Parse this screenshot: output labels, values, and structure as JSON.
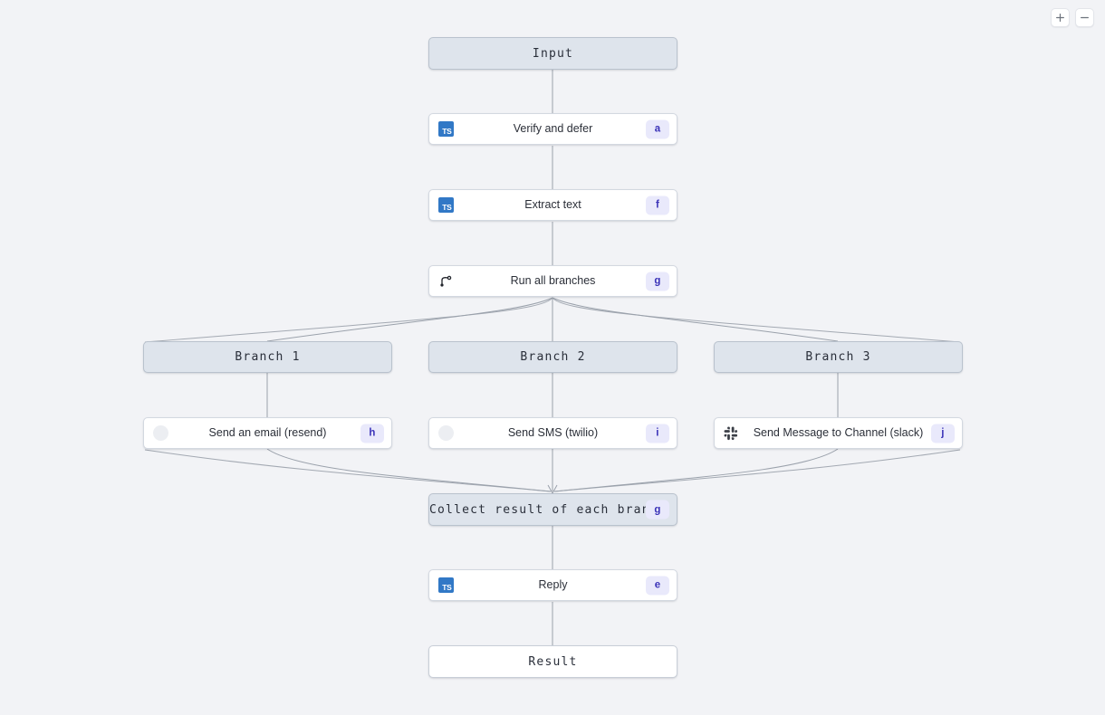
{
  "canvas": {
    "background_color": "#f2f3f6",
    "edge_color": "#9aa1ab"
  },
  "zoom_controls": {
    "zoom_in": {
      "name": "plus-icon",
      "label": "+"
    },
    "zoom_out": {
      "name": "minus-icon",
      "label": "−"
    }
  },
  "theme": {
    "struct_node_bg": "#dee4ec",
    "step_node_bg": "#ffffff",
    "badge_bg": "#e9e9fb",
    "badge_fg": "#3b33b8",
    "ts_icon_bg": "#3178c6",
    "slack_icon_color": "#3b3f47"
  },
  "nodes": {
    "input": {
      "label": "Input",
      "kind": "struct",
      "icon": null,
      "badge": null
    },
    "verify": {
      "label": "Verify and defer",
      "kind": "step",
      "icon": "typescript-icon",
      "badge": "a"
    },
    "extract": {
      "label": "Extract text",
      "kind": "step",
      "icon": "typescript-icon",
      "badge": "f"
    },
    "runall": {
      "label": "Run all branches",
      "kind": "step",
      "icon": "branch-icon",
      "badge": "g"
    },
    "branch1": {
      "label": "Branch 1",
      "kind": "struct",
      "icon": null,
      "badge": null
    },
    "branch2": {
      "label": "Branch 2",
      "kind": "struct",
      "icon": null,
      "badge": null
    },
    "branch3": {
      "label": "Branch 3",
      "kind": "struct",
      "icon": null,
      "badge": null
    },
    "email": {
      "label": "Send an email (resend)",
      "kind": "step",
      "icon": "circle-placeholder-icon",
      "badge": "h"
    },
    "sms": {
      "label": "Send SMS (twilio)",
      "kind": "step",
      "icon": "circle-placeholder-icon",
      "badge": "i"
    },
    "slack": {
      "label": "Send Message to Channel (slack)",
      "kind": "step",
      "icon": "slack-icon",
      "badge": "j"
    },
    "collect": {
      "label": "Collect result of each branch",
      "kind": "struct",
      "icon": null,
      "badge": "g"
    },
    "reply": {
      "label": "Reply",
      "kind": "step",
      "icon": "typescript-icon",
      "badge": "e"
    },
    "result": {
      "label": "Result",
      "kind": "plain",
      "icon": null,
      "badge": null
    }
  }
}
